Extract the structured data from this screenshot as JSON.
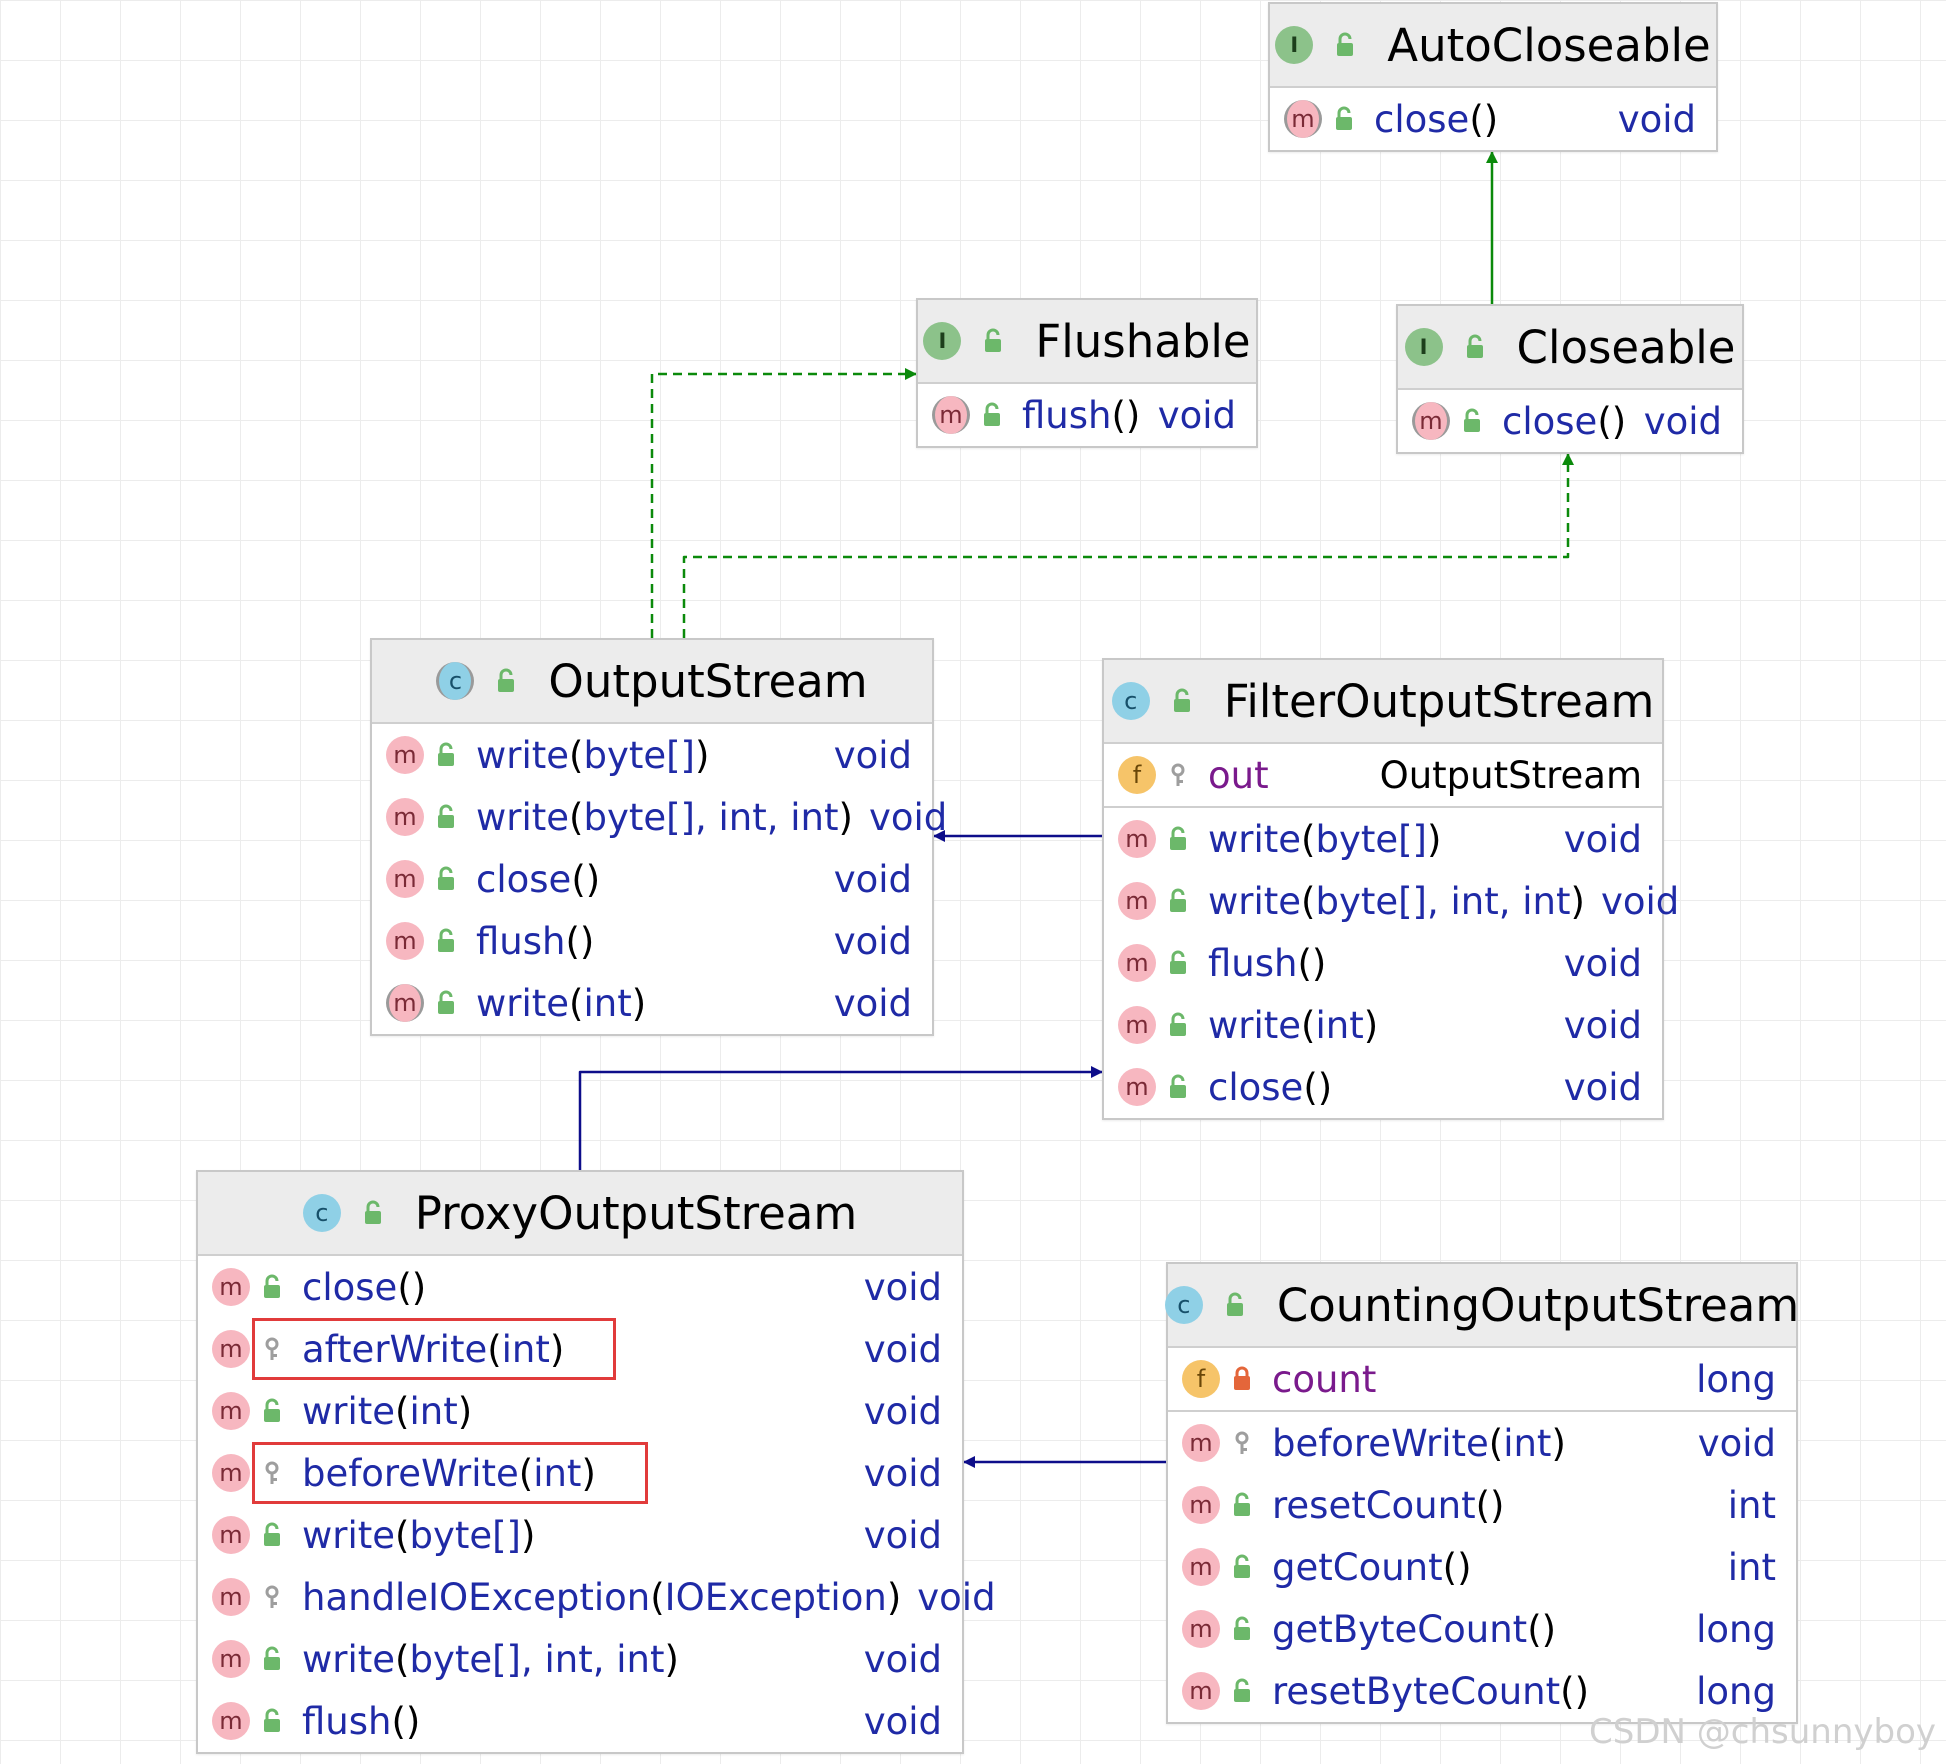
{
  "diagram": {
    "nodes": {
      "autocloseable": {
        "kind": "I",
        "name": "AutoCloseable",
        "members": [
          {
            "name": "close",
            "params": "",
            "type": "void",
            "kind": "m",
            "abstract": true,
            "vis": "public"
          }
        ]
      },
      "flushable": {
        "kind": "I",
        "name": "Flushable",
        "members": [
          {
            "name": "flush",
            "params": "",
            "type": "void",
            "kind": "m",
            "abstract": true,
            "vis": "public"
          }
        ]
      },
      "closeable": {
        "kind": "I",
        "name": "Closeable",
        "members": [
          {
            "name": "close",
            "params": "",
            "type": "void",
            "kind": "m",
            "abstract": true,
            "vis": "public"
          }
        ]
      },
      "outputstream": {
        "kind": "C",
        "name": "OutputStream",
        "abstract": true,
        "members": [
          {
            "name": "write",
            "params": "byte[]",
            "type": "void",
            "kind": "m",
            "vis": "public"
          },
          {
            "name": "write",
            "params": "byte[], int, int",
            "type": "void",
            "kind": "m",
            "vis": "public"
          },
          {
            "name": "close",
            "params": "",
            "type": "void",
            "kind": "m",
            "vis": "public"
          },
          {
            "name": "flush",
            "params": "",
            "type": "void",
            "kind": "m",
            "vis": "public"
          },
          {
            "name": "write",
            "params": "int",
            "type": "void",
            "kind": "m",
            "abstract": true,
            "vis": "public"
          }
        ]
      },
      "filteroutputstream": {
        "kind": "C",
        "name": "FilterOutputStream",
        "fields": [
          {
            "name": "out",
            "type": "OutputStream",
            "kind": "f",
            "vis": "protected"
          }
        ],
        "members": [
          {
            "name": "write",
            "params": "byte[]",
            "type": "void",
            "kind": "m",
            "vis": "public"
          },
          {
            "name": "write",
            "params": "byte[], int, int",
            "type": "void",
            "kind": "m",
            "vis": "public"
          },
          {
            "name": "flush",
            "params": "",
            "type": "void",
            "kind": "m",
            "vis": "public"
          },
          {
            "name": "write",
            "params": "int",
            "type": "void",
            "kind": "m",
            "vis": "public"
          },
          {
            "name": "close",
            "params": "",
            "type": "void",
            "kind": "m",
            "vis": "public"
          }
        ]
      },
      "proxyoutputstream": {
        "kind": "C",
        "name": "ProxyOutputStream",
        "members": [
          {
            "name": "close",
            "params": "",
            "type": "void",
            "kind": "m",
            "vis": "public"
          },
          {
            "name": "afterWrite",
            "params": "int",
            "type": "void",
            "kind": "m",
            "vis": "protected",
            "highlight": true
          },
          {
            "name": "write",
            "params": "int",
            "type": "void",
            "kind": "m",
            "vis": "public"
          },
          {
            "name": "beforeWrite",
            "params": "int",
            "type": "void",
            "kind": "m",
            "vis": "protected",
            "highlight": true
          },
          {
            "name": "write",
            "params": "byte[]",
            "type": "void",
            "kind": "m",
            "vis": "public"
          },
          {
            "name": "handleIOException",
            "params": "IOException",
            "type": "void",
            "kind": "m",
            "vis": "protected"
          },
          {
            "name": "write",
            "params": "byte[], int, int",
            "type": "void",
            "kind": "m",
            "vis": "public"
          },
          {
            "name": "flush",
            "params": "",
            "type": "void",
            "kind": "m",
            "vis": "public"
          }
        ]
      },
      "countingoutputstream": {
        "kind": "C",
        "name": "CountingOutputStream",
        "fields": [
          {
            "name": "count",
            "type": "long",
            "kind": "f",
            "vis": "private"
          }
        ],
        "members": [
          {
            "name": "beforeWrite",
            "params": "int",
            "type": "void",
            "kind": "m",
            "vis": "protected"
          },
          {
            "name": "resetCount",
            "params": "",
            "type": "int",
            "kind": "m",
            "vis": "public"
          },
          {
            "name": "getCount",
            "params": "",
            "type": "int",
            "kind": "m",
            "vis": "public"
          },
          {
            "name": "getByteCount",
            "params": "",
            "type": "long",
            "kind": "m",
            "vis": "public"
          },
          {
            "name": "resetByteCount",
            "params": "",
            "type": "long",
            "kind": "m",
            "vis": "public"
          }
        ]
      }
    },
    "edges": [
      {
        "from": "closeable",
        "to": "autocloseable",
        "type": "extends",
        "color": "#0b8a0b"
      },
      {
        "from": "outputstream",
        "to": "flushable",
        "type": "implements",
        "color": "#0b8a0b"
      },
      {
        "from": "outputstream",
        "to": "closeable",
        "type": "implements",
        "color": "#0b8a0b"
      },
      {
        "from": "filteroutputstream",
        "to": "outputstream",
        "type": "extends",
        "color": "#0d0d8a"
      },
      {
        "from": "proxyoutputstream",
        "to": "filteroutputstream",
        "type": "extends",
        "color": "#0d0d8a"
      },
      {
        "from": "countingoutputstream",
        "to": "proxyoutputstream",
        "type": "extends",
        "color": "#0d0d8a"
      }
    ],
    "highlight_color": "#e13b3b"
  },
  "watermark": "CSDN @chsunnyboy"
}
